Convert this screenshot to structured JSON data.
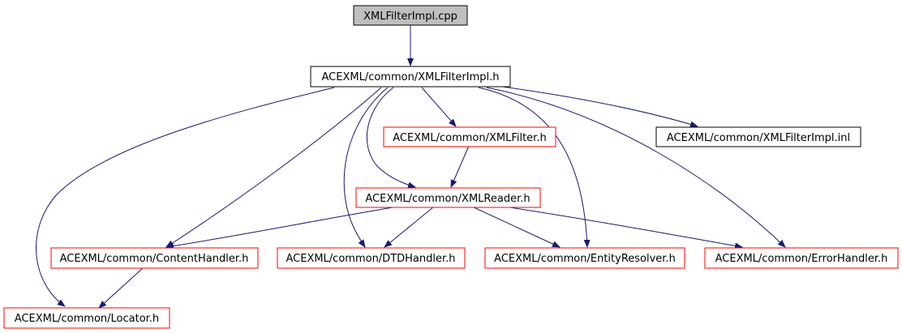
{
  "colors": {
    "edge": "#191970",
    "root_fill": "#bfbfbf",
    "root_border": "#000000",
    "documented_border": "#000000",
    "external_border": "#ff0000",
    "fill": "#ffffff"
  },
  "nodes": {
    "xmlfilterimpl_cpp": {
      "label": "XMLFilterImpl.cpp",
      "kind": "root"
    },
    "xmlfilterimpl_h": {
      "label": "ACEXML/common/XMLFilterImpl.h",
      "kind": "documented"
    },
    "xmlfilter_h": {
      "label": "ACEXML/common/XMLFilter.h",
      "kind": "external"
    },
    "xmlfilterimpl_inl": {
      "label": "ACEXML/common/XMLFilterImpl.inl",
      "kind": "documented"
    },
    "xmlreader_h": {
      "label": "ACEXML/common/XMLReader.h",
      "kind": "external"
    },
    "contenthandler_h": {
      "label": "ACEXML/common/ContentHandler.h",
      "kind": "external"
    },
    "dtdhandler_h": {
      "label": "ACEXML/common/DTDHandler.h",
      "kind": "external"
    },
    "entityresolver_h": {
      "label": "ACEXML/common/EntityResolver.h",
      "kind": "external"
    },
    "errorhandler_h": {
      "label": "ACEXML/common/ErrorHandler.h",
      "kind": "external"
    },
    "locator_h": {
      "label": "ACEXML/common/Locator.h",
      "kind": "external"
    }
  },
  "edges": [
    {
      "from": "xmlfilterimpl_cpp",
      "to": "xmlfilterimpl_h"
    },
    {
      "from": "xmlfilterimpl_h",
      "to": "locator_h"
    },
    {
      "from": "xmlfilterimpl_h",
      "to": "contenthandler_h"
    },
    {
      "from": "xmlfilterimpl_h",
      "to": "dtdhandler_h"
    },
    {
      "from": "xmlfilterimpl_h",
      "to": "xmlreader_h"
    },
    {
      "from": "xmlfilterimpl_h",
      "to": "xmlfilter_h"
    },
    {
      "from": "xmlfilterimpl_h",
      "to": "entityresolver_h"
    },
    {
      "from": "xmlfilterimpl_h",
      "to": "errorhandler_h"
    },
    {
      "from": "xmlfilterimpl_h",
      "to": "xmlfilterimpl_inl"
    },
    {
      "from": "xmlfilter_h",
      "to": "xmlreader_h"
    },
    {
      "from": "xmlreader_h",
      "to": "contenthandler_h"
    },
    {
      "from": "xmlreader_h",
      "to": "dtdhandler_h"
    },
    {
      "from": "xmlreader_h",
      "to": "entityresolver_h"
    },
    {
      "from": "xmlreader_h",
      "to": "errorhandler_h"
    },
    {
      "from": "contenthandler_h",
      "to": "locator_h"
    }
  ]
}
